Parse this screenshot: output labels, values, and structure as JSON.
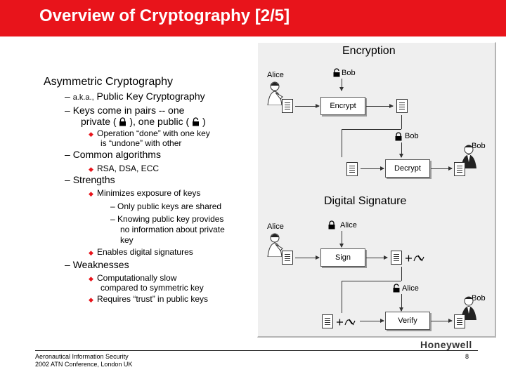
{
  "slide": {
    "title": "Overview of Cryptography [2/5]"
  },
  "left": {
    "heading": "Asymmetric Cryptography",
    "aka_prefix": "a.k.a.,",
    "aka_text": "Public Key Cryptography",
    "keys_line1": "Keys come in pairs -- one",
    "keys_line2_a": "private (",
    "keys_line2_b": "), one public (",
    "keys_line2_c": ")",
    "op_line1": "Operation “done” with one key",
    "op_line2": "is “undone” with other",
    "common": "Common algorithms",
    "algos": "RSA, DSA, ECC",
    "strengths": "Strengths",
    "s1": "Minimizes exposure of keys",
    "s1a": "Only public keys are shared",
    "s1b_1": "Knowing public key provides",
    "s1b_2": "no information about private",
    "s1b_3": "key",
    "s2": "Enables digital signatures",
    "weaknesses": "Weaknesses",
    "w1_1": "Computationally slow",
    "w1_2": "compared to symmetric key",
    "w2": "Requires “trust” in public keys"
  },
  "encryption": {
    "heading": "Encryption",
    "alice": "Alice",
    "bob_key_top": "Bob",
    "encrypt": "Encrypt",
    "bob_key_mid": "Bob",
    "bob_person": "Bob",
    "decrypt": "Decrypt"
  },
  "signature": {
    "heading": "Digital Signature",
    "alice": "Alice",
    "alice_key_top": "Alice",
    "sign": "Sign",
    "alice_key_mid": "Alice",
    "bob_person": "Bob",
    "verify": "Verify"
  },
  "footer": {
    "line1": "Aeronautical Information Security",
    "line2": "2002 ATN Conference, London UK",
    "logo": "Honeywell",
    "page": "8"
  },
  "colors": {
    "title_bar": "#e8141b",
    "panel": "#efefef"
  }
}
